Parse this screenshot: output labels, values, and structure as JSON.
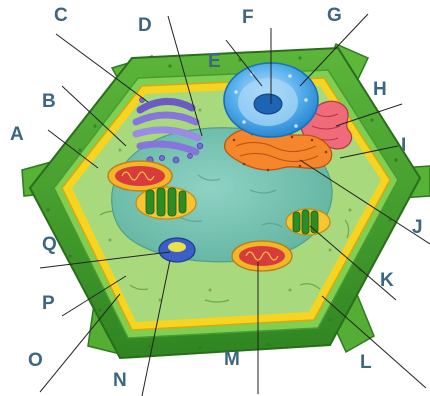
{
  "labels": {
    "A": "A",
    "B": "B",
    "C": "C",
    "D": "D",
    "E": "E",
    "F": "F",
    "G": "G",
    "H": "H",
    "I": "I",
    "J": "J",
    "K": "K",
    "L": "L",
    "M": "M",
    "N": "N",
    "O": "O",
    "P": "P",
    "Q": "Q"
  },
  "colors": {
    "label": "#3d6680",
    "leader": "#222222",
    "wall_outer": "#3f9a2b",
    "wall_inner": "#74c84a",
    "membrane": "#f5d21f",
    "cytoplasm": "#a9d87e",
    "vacuole": "#7cc6b4",
    "nucleus": "#3c9be0",
    "nucleolus": "#1d64b4",
    "golgi": "#8d7be0",
    "er_rough": "#f2862e",
    "er_smooth": "#e0506a",
    "mitochondria_outer": "#f0b224",
    "mitochondria_inner": "#d93a3a",
    "chloroplast": "#3a9c2c",
    "chloroplast_case": "#f7c531",
    "peroxisome": "#3d62c8"
  }
}
